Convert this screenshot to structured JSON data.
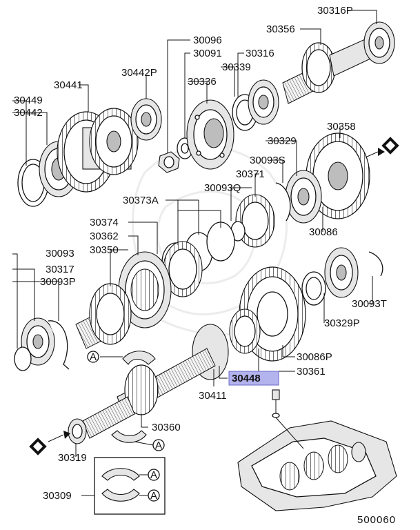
{
  "diagram": {
    "footer_code": "500060",
    "bearing_tag": "A",
    "highlight_color": "#b3b3ee",
    "highlighted_part": "30448",
    "callouts": {
      "p30316P": "30316P",
      "p30356": "30356",
      "p30096": "30096",
      "p30091": "30091",
      "p30316": "30316",
      "p30339": "30339",
      "p30336": "30336",
      "p30442P": "30442P",
      "p30441": "30441",
      "p30449": "30449",
      "p30442": "30442",
      "p30358": "30358",
      "p30329": "30329",
      "p30093S": "30093S",
      "p30371": "30371",
      "p30093Q": "30093Q",
      "p30373A": "30373A",
      "p30374": "30374",
      "p30362": "30362",
      "p30350": "30350",
      "p30093": "30093",
      "p30317": "30317",
      "p30093P": "30093P",
      "p30086": "30086",
      "p30093T": "30093T",
      "p30329P": "30329P",
      "p30086P": "30086P",
      "p30361": "30361",
      "p30448": "30448",
      "p30411": "30411",
      "p30360": "30360",
      "p30319": "30319",
      "p30309": "30309"
    }
  }
}
